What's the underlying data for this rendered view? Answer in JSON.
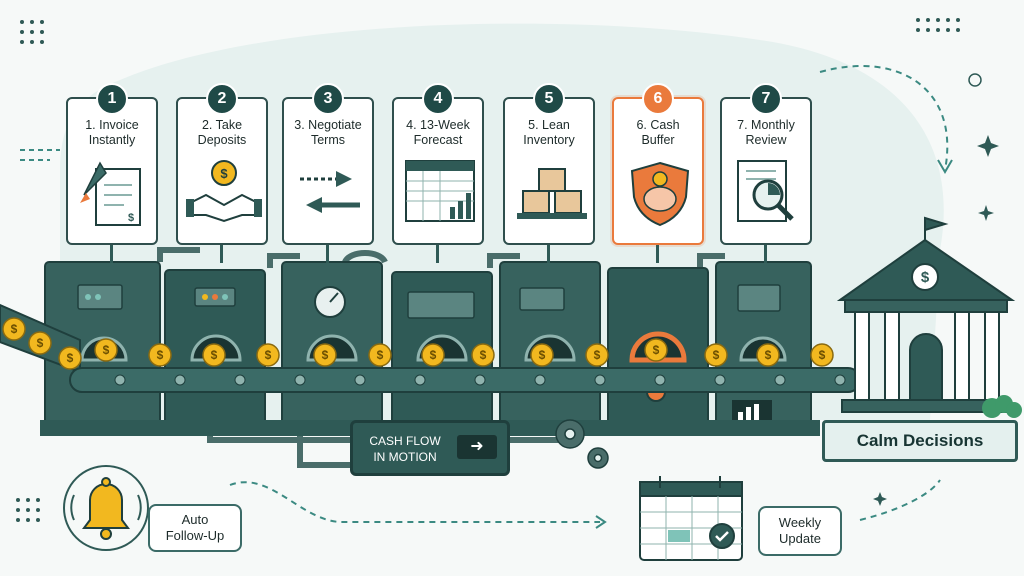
{
  "steps": [
    {
      "num": "1",
      "title": "1. Invoice\nInstantly",
      "icon": "rocket-invoice-icon",
      "highlight": false
    },
    {
      "num": "2",
      "title": "2. Take\nDeposits",
      "icon": "handshake-coin-icon",
      "highlight": false
    },
    {
      "num": "3",
      "title": "3. Negotiate\nTerms",
      "icon": "two-arrows-icon",
      "highlight": false
    },
    {
      "num": "4",
      "title": "4. 13-Week\nForecast",
      "icon": "spreadsheet-chart-icon",
      "highlight": false
    },
    {
      "num": "5",
      "title": "5. Lean\nInventory",
      "icon": "boxes-icon",
      "highlight": false
    },
    {
      "num": "6",
      "title": "6. Cash\nBuffer",
      "icon": "piggy-bank-shield-icon",
      "highlight": true
    },
    {
      "num": "7",
      "title": "7. Monthly\nReview",
      "icon": "magnifier-report-icon",
      "highlight": false
    }
  ],
  "center_label": "CASH FLOW\nIN MOTION",
  "end_label": "Calm Decisions",
  "auto_followup": "Auto\nFollow-Up",
  "weekly_update": "Weekly\nUpdate",
  "coin_symbol": "$",
  "colors": {
    "teal_dark": "#2f5a56",
    "teal_deep": "#1f4a47",
    "accent_orange": "#ea7a3c",
    "coin_gold": "#f2b81f",
    "background": "#f6f9f8"
  }
}
